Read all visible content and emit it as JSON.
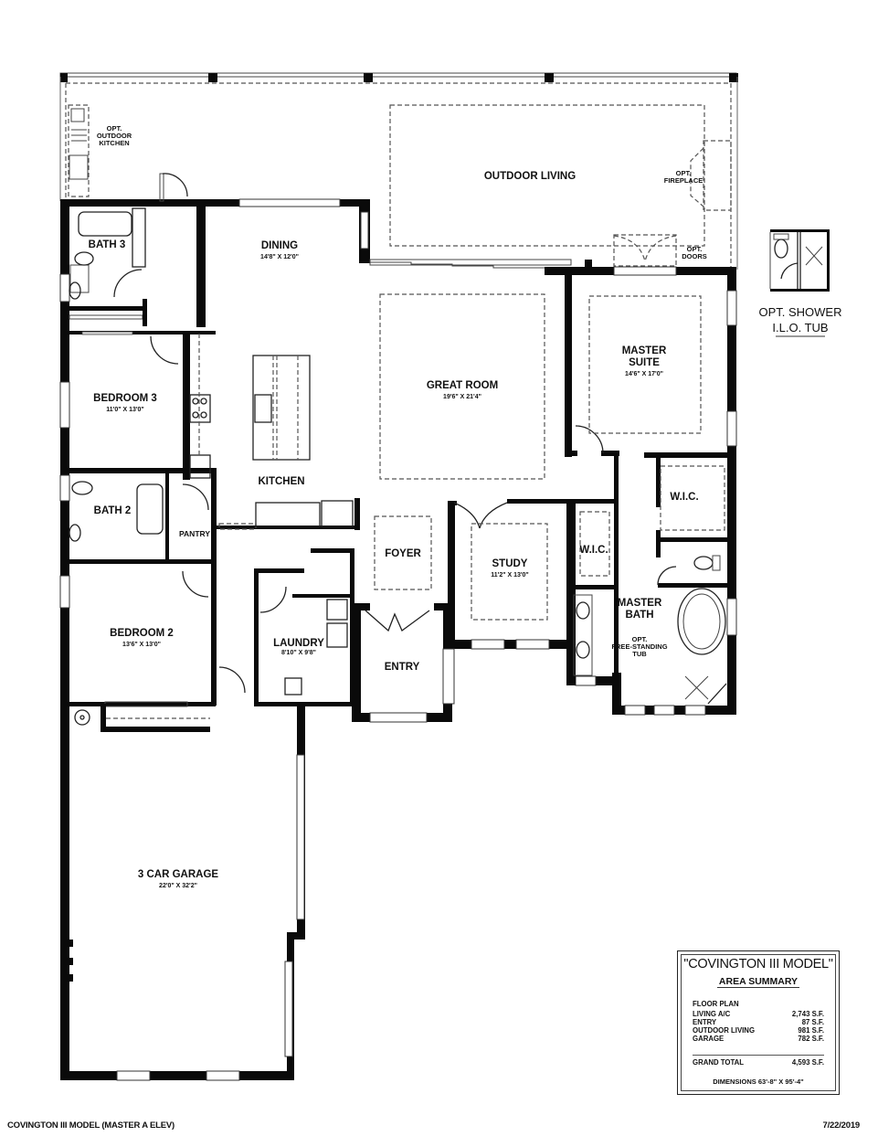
{
  "plan": {
    "model_name": "COVINGTON III MODEL",
    "footer_left": "COVINGTON III MODEL (MASTER A ELEV)",
    "footer_right": "7/22/2019",
    "rooms": {
      "outdoor_living": {
        "label": "OUTDOOR LIVING"
      },
      "opt_outdoor_kitchen": {
        "line1": "OPT.",
        "line2": "OUTDOOR",
        "line3": "KITCHEN"
      },
      "opt_fireplace": {
        "line1": "OPT.",
        "line2": "FIREPLACE"
      },
      "opt_doors": {
        "line1": "OPT.",
        "line2": "DOORS"
      },
      "bath3": {
        "label": "BATH 3"
      },
      "dining": {
        "label": "DINING",
        "dims": "14'8\" X 12'0\""
      },
      "great_room": {
        "label": "GREAT ROOM",
        "dims": "19'6\" X 21'4\""
      },
      "master_suite": {
        "line1": "MASTER",
        "line2": "SUITE",
        "dims": "14'6\" X 17'0\""
      },
      "bedroom3": {
        "label": "BEDROOM 3",
        "dims": "11'0\" X 13'0\""
      },
      "kitchen": {
        "label": "KITCHEN"
      },
      "bath2": {
        "label": "BATH 2"
      },
      "pantry": {
        "label": "PANTRY"
      },
      "foyer": {
        "label": "FOYER"
      },
      "study": {
        "label": "STUDY",
        "dims": "11'2\" X 13'0\""
      },
      "wic_1": {
        "label": "W.I.C."
      },
      "wic_2": {
        "label": "W.I.C."
      },
      "master_bath": {
        "line1": "MASTER",
        "line2": "BATH"
      },
      "opt_tub": {
        "line1": "OPT.",
        "line2": "FREE-STANDING",
        "line3": "TUB"
      },
      "bedroom2": {
        "label": "BEDROOM 2",
        "dims": "13'6\" X 13'0\""
      },
      "laundry": {
        "label": "LAUNDRY",
        "dims": "8'10\" X 9'8\""
      },
      "entry": {
        "label": "ENTRY"
      },
      "garage": {
        "label": "3 CAR GARAGE",
        "dims": "22'0\" X 32'2\""
      }
    },
    "opt_shower": {
      "line1": "OPT. SHOWER",
      "line2": "I.L.O. TUB"
    }
  },
  "area_summary": {
    "title": "\"COVINGTON III MODEL\"",
    "subtitle": "AREA SUMMARY",
    "section_label": "FLOOR PLAN",
    "rows": [
      {
        "label": "LIVING A/C",
        "value": "2,743 S.F."
      },
      {
        "label": "ENTRY",
        "value": "87 S.F."
      },
      {
        "label": "OUTDOOR LIVING",
        "value": "981 S.F."
      },
      {
        "label": "GARAGE",
        "value": "782 S.F."
      }
    ],
    "total": {
      "label": "GRAND TOTAL",
      "value": "4,593 S.F."
    },
    "dimensions": "DIMENSIONS 63'-8\" X 95'-4\""
  }
}
